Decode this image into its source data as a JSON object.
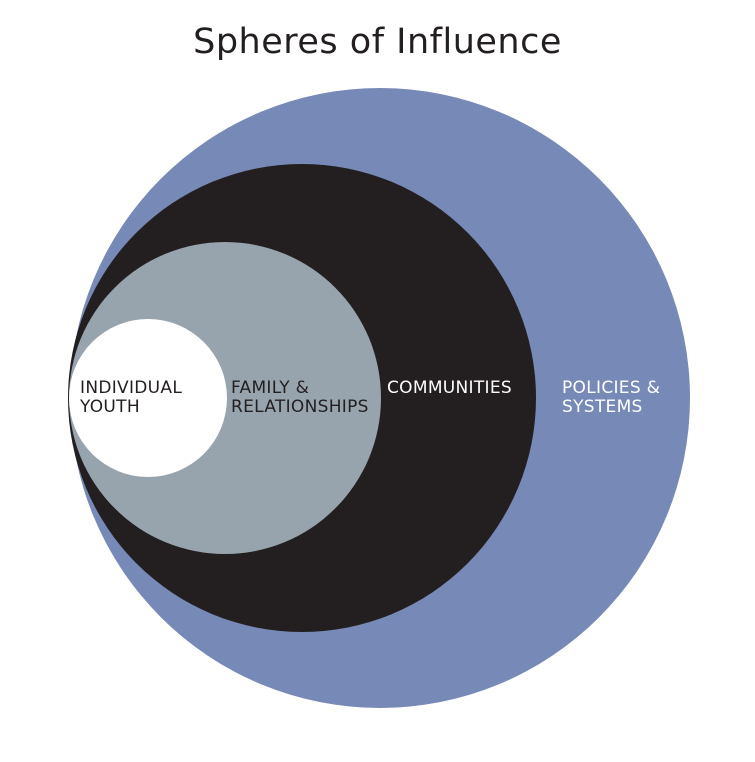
{
  "title": "Spheres of Influence",
  "spheres": [
    {
      "name": "policies-systems",
      "lines": [
        "POLICIES &",
        "SYSTEMS"
      ],
      "fill": "#7789b6",
      "text_color": "#ffffff"
    },
    {
      "name": "communities",
      "lines": [
        "COMMUNITIES"
      ],
      "fill": "#231f20",
      "text_color": "#ffffff"
    },
    {
      "name": "family-relationships",
      "lines": [
        "FAMILY &",
        "RELATIONSHIPS"
      ],
      "fill": "#98a4ad",
      "text_color": "#231f20"
    },
    {
      "name": "individual-youth",
      "lines": [
        "INDIVIDUAL",
        "YOUTH"
      ],
      "fill": "#ffffff",
      "text_color": "#231f20"
    }
  ]
}
